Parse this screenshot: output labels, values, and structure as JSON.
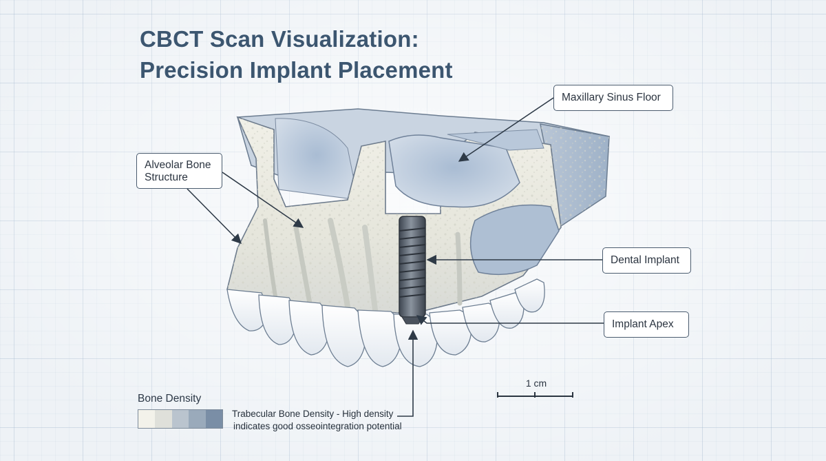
{
  "title": {
    "line1": "CBCT Scan Visualization:",
    "line2": "Precision Implant Placement"
  },
  "callouts": {
    "sinus": "Maxillary Sinus Floor",
    "alveolar": {
      "line1": "Alveolar Bone",
      "line2": "Structure"
    },
    "implant": "Dental Implant",
    "apex": "Implant Apex"
  },
  "legend": {
    "title": "Bone Density",
    "swatches": [
      "#f3f2ea",
      "#dfe0da",
      "#bac4ce",
      "#9aaabb",
      "#7a8ea6"
    ],
    "description_line1": "Trabecular Bone Density - High density",
    "description_line2": "indicates good osseointegration potential"
  },
  "scale": {
    "label": "1 cm"
  },
  "colors": {
    "title": "#3c5670",
    "bone": "#e9e9e0",
    "sinus": "#c4d1e1",
    "implant": "#4c5562",
    "leader": "#2e3a47"
  }
}
